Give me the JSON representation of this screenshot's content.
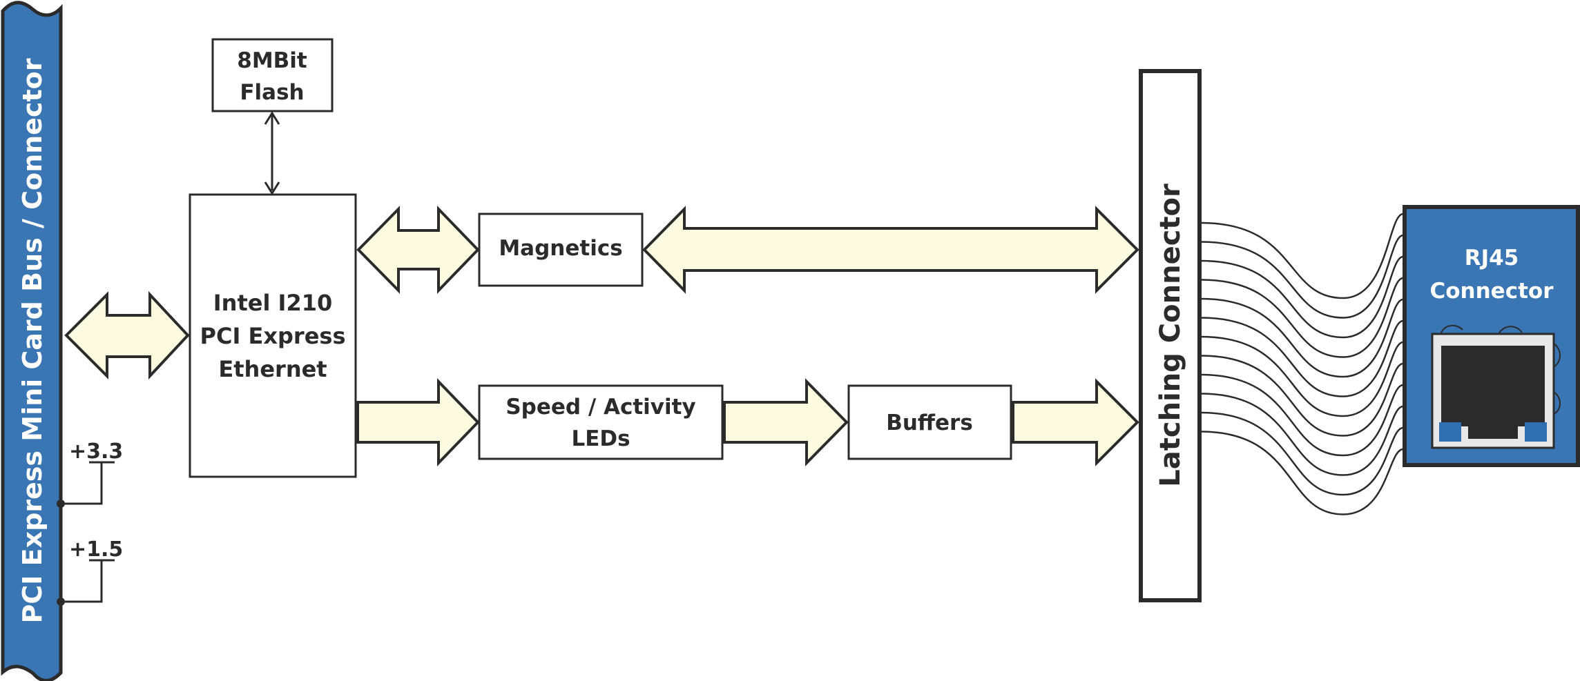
{
  "colors": {
    "bus_blue": "#3a76b4",
    "arrow_fill": "#fcfbdf",
    "stroke": "#2b2b2b",
    "port_blue": "#2f6fb0",
    "background": "#ffffff"
  },
  "bus": {
    "label": "PCI Express Mini Card Bus / Connector"
  },
  "power": {
    "rail_33": "+3.3",
    "rail_15": "+1.5"
  },
  "blocks": {
    "flash": {
      "line1": "8MBit",
      "line2": "Flash"
    },
    "controller": {
      "line1": "Intel I210",
      "line2": "PCI Express",
      "line3": "Ethernet"
    },
    "magnetics": {
      "label": "Magnetics"
    },
    "leds": {
      "line1": "Speed / Activity",
      "line2": "LEDs"
    },
    "buffers": {
      "label": "Buffers"
    },
    "latching": {
      "label": "Latching Connector"
    },
    "rj45": {
      "line1": "RJ45",
      "line2": "Connector",
      "icon": "ethernet-port-icon"
    }
  }
}
